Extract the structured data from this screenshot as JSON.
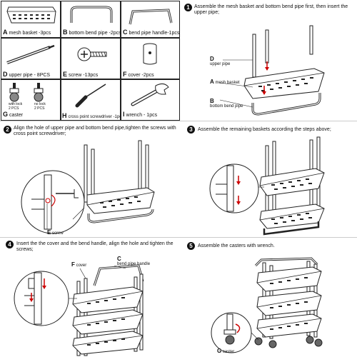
{
  "parts": [
    {
      "letter": "A",
      "label": "mesh basket -3pcs"
    },
    {
      "letter": "B",
      "label": "bottom bend pipe -2pcs"
    },
    {
      "letter": "C",
      "label": "bend pipe handle-1pcs"
    },
    {
      "letter": "D",
      "label": "upper pipe - 8PCS"
    },
    {
      "letter": "E",
      "label": "screw -13pcs"
    },
    {
      "letter": "F",
      "label": "cover -2pcs"
    },
    {
      "letter": "G",
      "label": "caster"
    },
    {
      "letter": "H",
      "label": "cross point screwdriver -1pcs"
    },
    {
      "letter": "I",
      "label": "wrench - 1pcs"
    }
  ],
  "casters": {
    "lock": {
      "name": "with lock",
      "qty": "2 PCS"
    },
    "nolock": {
      "name": "no lock",
      "qty": "2 PCS"
    }
  },
  "steps": [
    {
      "num": "1",
      "text": "Assemble the mesh basket and bottom bend pipe first, then insert the upper pipe;"
    },
    {
      "num": "2",
      "text": "Align the hole of upper pipe and bottom bend pipe,tighten the screws with cross point screwdriver;"
    },
    {
      "num": "3",
      "text": "Assemble the remaining baskets according the steps above;"
    },
    {
      "num": "4",
      "text": "Insert the the cover and the bend handle, align the hole and tighten the screws;"
    },
    {
      "num": "5",
      "text": "Assemble the casters with wrench."
    }
  ],
  "callouts": {
    "s1": [
      {
        "letter": "D",
        "label": "upper pipe"
      },
      {
        "letter": "A",
        "label": "mesh basket"
      },
      {
        "letter": "B",
        "label": "bottom bend pipe"
      }
    ],
    "s2": {
      "letter": "E",
      "label": "screw"
    },
    "s4": [
      {
        "letter": "F",
        "label": "cover"
      },
      {
        "letter": "C",
        "label": "bend pipe handle"
      }
    ],
    "s5": {
      "letter": "G",
      "label": "caster"
    }
  }
}
